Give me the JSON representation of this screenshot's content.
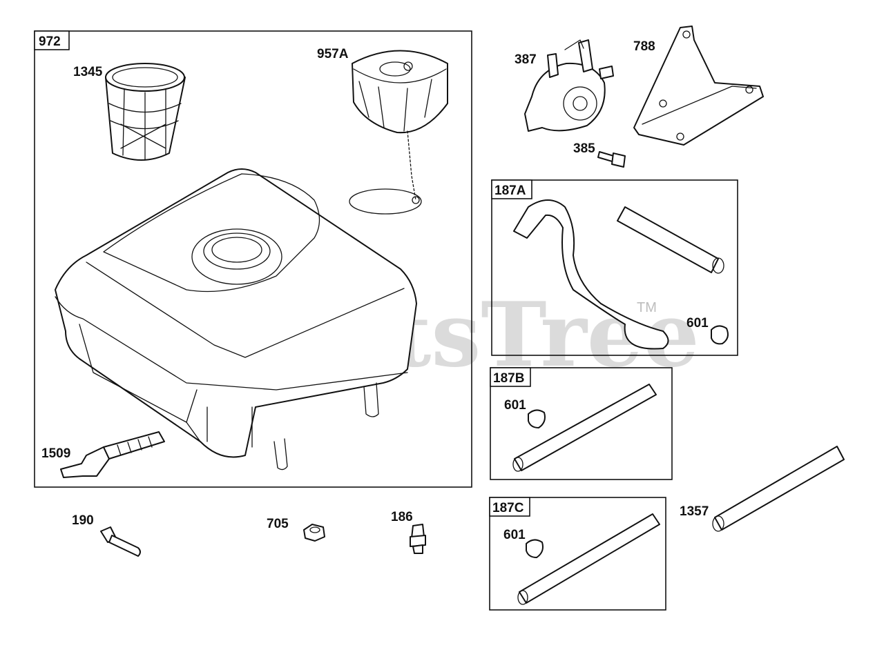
{
  "diagram": {
    "group_labels": {
      "tank_group": "972",
      "hose_a": "187A",
      "hose_b": "187B",
      "hose_c": "187C"
    },
    "part_labels": {
      "strainer": "1345",
      "fuel_cap": "957A",
      "fuel_pump": "387",
      "bracket": "788",
      "pump_screw": "385",
      "clamp_a": "601",
      "clamp_b": "601",
      "clamp_c": "601",
      "fuel_fitting": "1509",
      "long_hose": "1357",
      "bolt": "190",
      "nut": "705",
      "fitting": "186"
    },
    "watermark": "PartsTree",
    "trademark": "TM"
  }
}
